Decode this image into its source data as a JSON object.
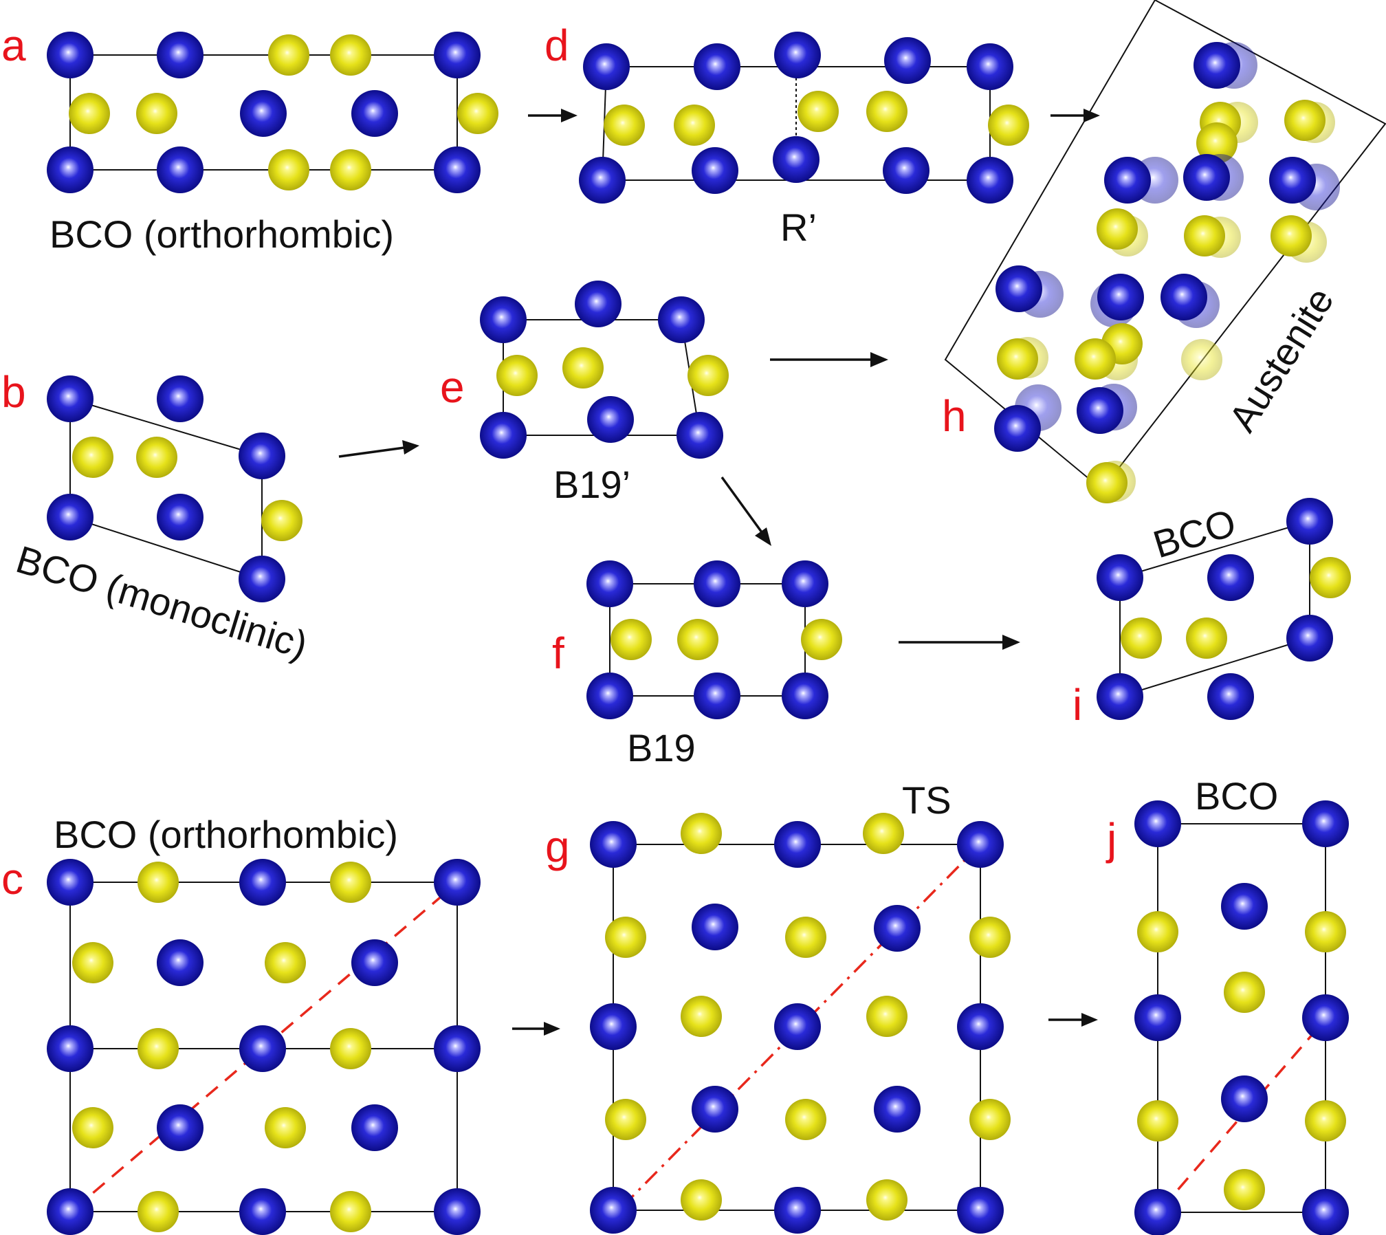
{
  "panels": {
    "a": {
      "letter": "a",
      "label": "BCO (orthorhombic)"
    },
    "b": {
      "letter": "b",
      "label": "BCO (monoclinic)"
    },
    "c": {
      "letter": "c",
      "label": "BCO (orthorhombic)"
    },
    "d": {
      "letter": "d",
      "label": "R’"
    },
    "e": {
      "letter": "e",
      "label": "B19’"
    },
    "f": {
      "letter": "f",
      "label": "B19"
    },
    "g": {
      "letter": "g",
      "label": "TS"
    },
    "h": {
      "letter": "h",
      "label": "Austenite"
    },
    "i": {
      "letter": "i",
      "label": "BCO"
    },
    "j": {
      "letter": "j",
      "label": "BCO"
    }
  },
  "colors": {
    "atom_blue": "#1a1ab8",
    "atom_yellow": "#e6e21a",
    "panel_letter": "#e8141c",
    "guide_line": "#e8281c"
  }
}
